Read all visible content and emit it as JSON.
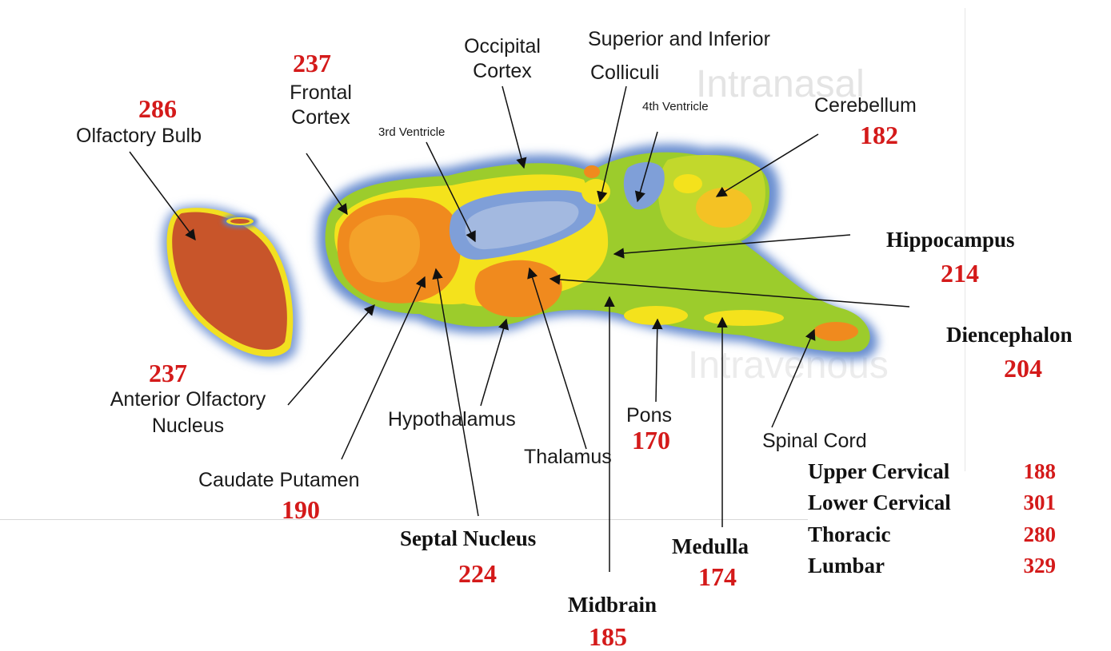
{
  "labels": {
    "olfactory_bulb": "Olfactory Bulb",
    "frontal_cortex_1": "Frontal",
    "frontal_cortex_2": "Cortex",
    "third_ventricle": "3rd Ventricle",
    "occipital_cortex_1": "Occipital",
    "occipital_cortex_2": "Cortex",
    "colliculi_1": "Superior and Inferior",
    "colliculi_2": "Colliculi",
    "fourth_ventricle": "4th Ventricle",
    "cerebellum": "Cerebellum",
    "anterior_olfactory_1": "Anterior Olfactory",
    "anterior_olfactory_2": "Nucleus",
    "caudate_putamen": "Caudate Putamen",
    "hypothalamus": "Hypothalamus",
    "thalamus": "Thalamus",
    "pons": "Pons",
    "spinal_cord": "Spinal Cord"
  },
  "bold_labels": {
    "hippocampus": "Hippocampus",
    "diencephalon": "Diencephalon",
    "septal_nucleus": "Septal Nucleus",
    "medulla": "Medulla",
    "midbrain": "Midbrain"
  },
  "values": {
    "olfactory_bulb": "286",
    "frontal_cortex": "237",
    "cerebellum": "182",
    "hippocampus": "214",
    "diencephalon": "204",
    "anterior_olfactory": "237",
    "caudate_putamen": "190",
    "pons": "170",
    "septal_nucleus": "224",
    "medulla": "174",
    "midbrain": "185"
  },
  "spinal_cord_table": [
    {
      "name": "Upper Cervical",
      "value": "188"
    },
    {
      "name": "Lower Cervical",
      "value": "301"
    },
    {
      "name": "Thoracic",
      "value": "280"
    },
    {
      "name": "Lumbar",
      "value": "329"
    }
  ],
  "background_text": {
    "title_1": "Intranasal",
    "title_2": "Intravenous"
  },
  "colors": {
    "value_red": "#d41a1a",
    "label_black": "#1a1a1a",
    "bulb_rust": "#c8552a",
    "heat_orange": "#f08a1e",
    "heat_yellow": "#f4e21c",
    "heat_green": "#86c22a",
    "heat_blue": "#5b7fc4"
  }
}
